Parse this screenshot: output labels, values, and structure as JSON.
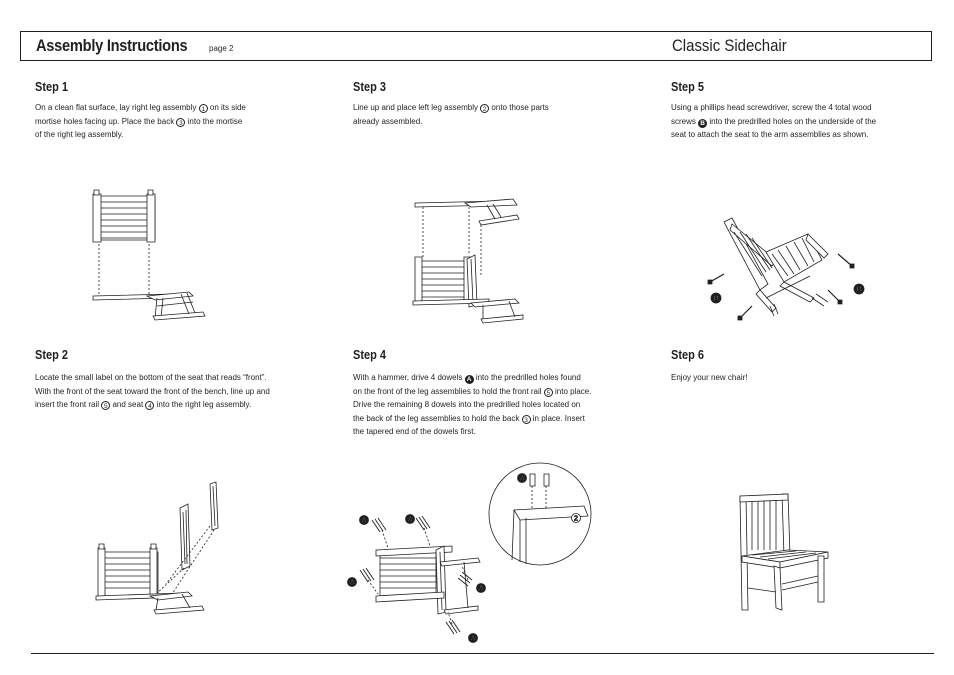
{
  "header": {
    "title": "Assembly Instructions",
    "page": "page 2",
    "product": "Classic Sidechair"
  },
  "steps": [
    {
      "title": "Step 1",
      "parts": [
        "On a clean flat surface, lay right leg assembly ",
        "1",
        " on its side",
        "mortise holes facing up.  Place the back ",
        "3",
        " into the mortise",
        "of the right leg assembly."
      ]
    },
    {
      "title": "Step 2",
      "parts": [
        "Locate the small label on the bottom of the seat that reads “front”.",
        "With the front of the seat toward the front of the bench, line up and",
        "insert the front rail ",
        "5",
        " and seat ",
        "4",
        " into the right leg assembly."
      ]
    },
    {
      "title": "Step 3",
      "parts": [
        "Line up and place left leg assembly ",
        "2",
        " onto those parts",
        "already assembled."
      ]
    },
    {
      "title": "Step 4",
      "parts": [
        "With a hammer, drive 4 dowels ",
        "A",
        " into the predrilled holes found",
        "on the front of the leg assemblies to hold the front rail ",
        "5",
        " into place.",
        "Drive the remaining 8 dowels into the predrilled holes located on",
        "the back of the leg assemblies to hold the back ",
        "3",
        " in place.  Insert",
        "the tapered end of the dowels first."
      ]
    },
    {
      "title": "Step 5",
      "parts": [
        "Using a phillips head screwdriver, screw the 4 total wood",
        "screws ",
        "B",
        " into the predrilled holes on the underside of the",
        "seat to attach the seat to the arm assemblies as shown."
      ]
    },
    {
      "title": "Step 6",
      "parts": [
        "Enjoy your new chair!"
      ]
    }
  ],
  "callouts": {
    "dowel": "A",
    "screw": "B",
    "left_leg": "2"
  }
}
